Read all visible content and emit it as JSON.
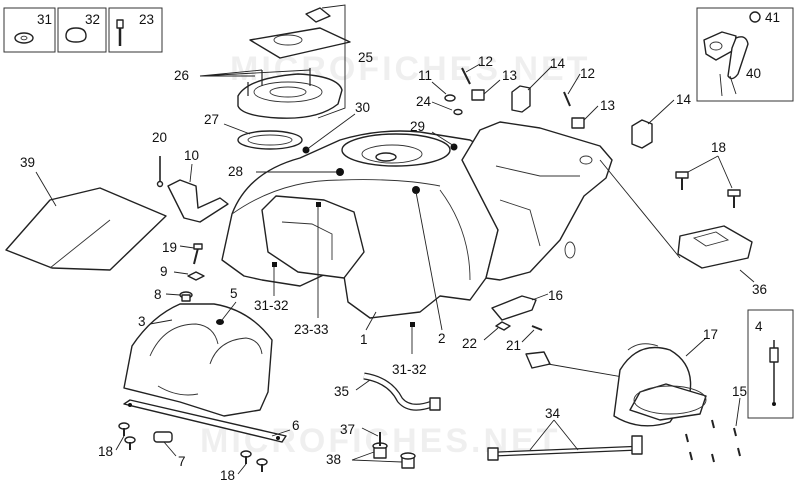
{
  "watermark": "MICROFICHES.NET",
  "inset_labels": {
    "washer": "31",
    "cap": "32",
    "bolt": "23",
    "key_lock": "41",
    "lock_assembly": "40",
    "sensor": "4"
  },
  "labels": {
    "fuel_cap_plate": "25",
    "cap_bolts": "26",
    "gasket": "27",
    "tank_top": "28",
    "tank_front": "30",
    "tank_rear": "29",
    "cover_39": "39",
    "bracket": "10",
    "screw_20": "20",
    "screw_19": "19",
    "nut_9": "9",
    "grommet_8": "8",
    "tank_cover": "5",
    "tank_shell": "3",
    "ref_31_32_a": "31-32",
    "ref_23_33": "23-33",
    "ref_31_32_b": "31-32",
    "fuel_tank": "1",
    "tank_side": "2",
    "screw_11": "11",
    "screw_12a": "12",
    "bushing_13a": "13",
    "clip_14a": "14",
    "screw_12b": "12",
    "bushing_13b": "13",
    "clip_14b": "14",
    "washer_24": "24",
    "bolts_18_top": "18",
    "ecu_36": "36",
    "bracket_16": "16",
    "nut_22": "22",
    "screw_21": "21",
    "fuel_pump": "17",
    "screws_15": "15",
    "hose_35": "35",
    "pipe_34": "34",
    "screw_37": "37",
    "screws_38": "38",
    "plate_6": "6",
    "screws_18_left": "18",
    "rubber_7": "7",
    "screws_18_bottom": "18"
  }
}
